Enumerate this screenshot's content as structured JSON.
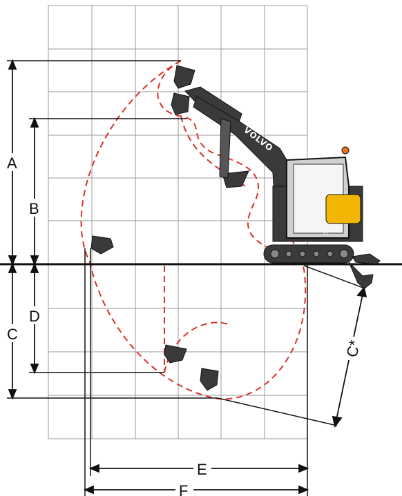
{
  "title": "",
  "labels": {
    "a": "A",
    "b": "B",
    "c": "C",
    "d": "D",
    "c_star": "C*",
    "e": "E",
    "f": "F"
  },
  "machine": {
    "brand": "VOLVO",
    "model": "EC"
  },
  "colors": {
    "grid": "#9a9a9a",
    "envelope": "#d9302a",
    "machine_body": "#3a3a3a",
    "cab_accent": "#f2b705",
    "dimension_lines": "#111111"
  }
}
